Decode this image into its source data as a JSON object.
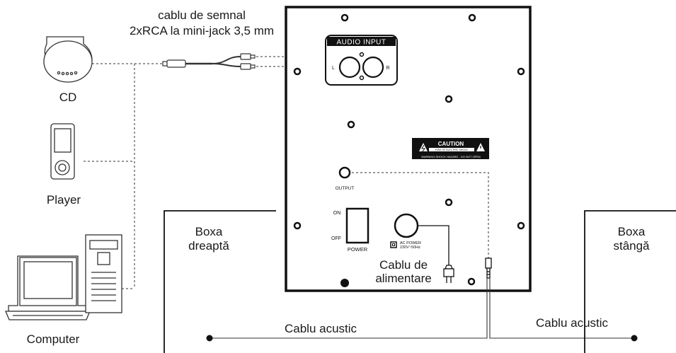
{
  "labels": {
    "signal_cable_line1": "cablu de semnal",
    "signal_cable_line2": "2xRCA la mini-jack 3,5 mm",
    "cd": "CD",
    "player": "Player",
    "computer": "Computer",
    "audio_input": "AUDIO INPUT",
    "input_left": "L",
    "input_right": "R",
    "caution": "CAUTION",
    "caution_sub1": "RISK OF ELECTRIC SHOCK",
    "caution_sub2": "DO NOT OPEN",
    "caution_sub3": "WARNING:SHOCK HAZARD - DO NOT OPEN",
    "output": "OUTPUT",
    "on": "ON",
    "off": "OFF",
    "power": "POWER",
    "ac_power_line1": "AC POWER",
    "ac_power_line2": "230V~50Hz",
    "power_cable_line1": "Cablu de",
    "power_cable_line2": "alimentare",
    "speaker_right_line1": "Boxa",
    "speaker_right_line2": "dreaptă",
    "speaker_left_line1": "Boxa",
    "speaker_left_line2": "stângă",
    "acoustic_cable_left": "Cablu acustic",
    "acoustic_cable_right": "Cablu acustic"
  }
}
